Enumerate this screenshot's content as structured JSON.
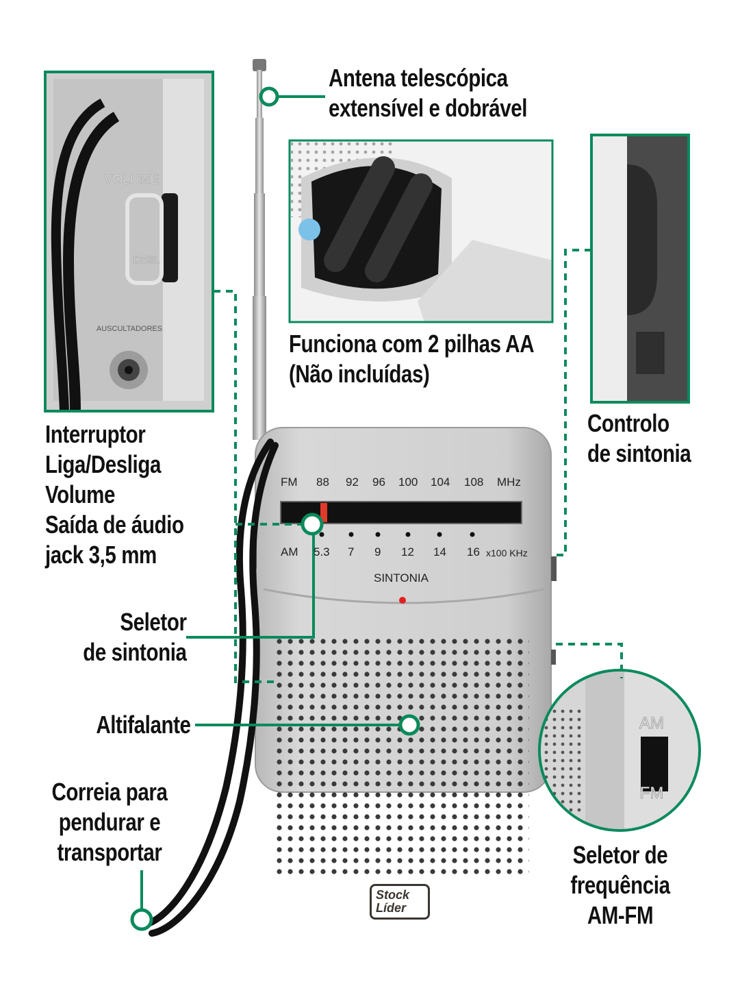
{
  "callouts": {
    "antenna": "Antena telescópica\nextensível e dobrável",
    "batteries": "Funciona com 2 pilhas AA\n(Não incluídas)",
    "side_panel": "Interruptor\nLiga/Desliga\nVolume\nSaída de áudio\njack 3,5 mm",
    "tuning_control": "Controlo\nde sintonia",
    "tuning_selector": "Seletor\nde sintonia",
    "speaker": "Altifalante",
    "strap": "Correia para\npendurar e\ntransportar",
    "band_selector": "Seletor de\nfrequência\nAM-FM"
  },
  "side_panel_labels": {
    "volume": "VOLUME",
    "off": "DESL",
    "headphones": "AUSCULTADORES"
  },
  "dial": {
    "fm_label": "FM",
    "fm_ticks": [
      "88",
      "92",
      "96",
      "100",
      "104",
      "108"
    ],
    "fm_unit": "MHz",
    "am_label": "AM",
    "am_ticks": [
      "5.3",
      "7",
      "9",
      "12",
      "14",
      "16"
    ],
    "am_unit": "x100 KHz",
    "tuning_label": "SINTONIA"
  },
  "band_switch": {
    "am": "AM",
    "fm": "FM"
  },
  "logo": {
    "line1": "Stock",
    "line2": "Líder"
  },
  "colors": {
    "accent_green": "#0a8a5c",
    "body_silver": "#c9c9c9"
  }
}
